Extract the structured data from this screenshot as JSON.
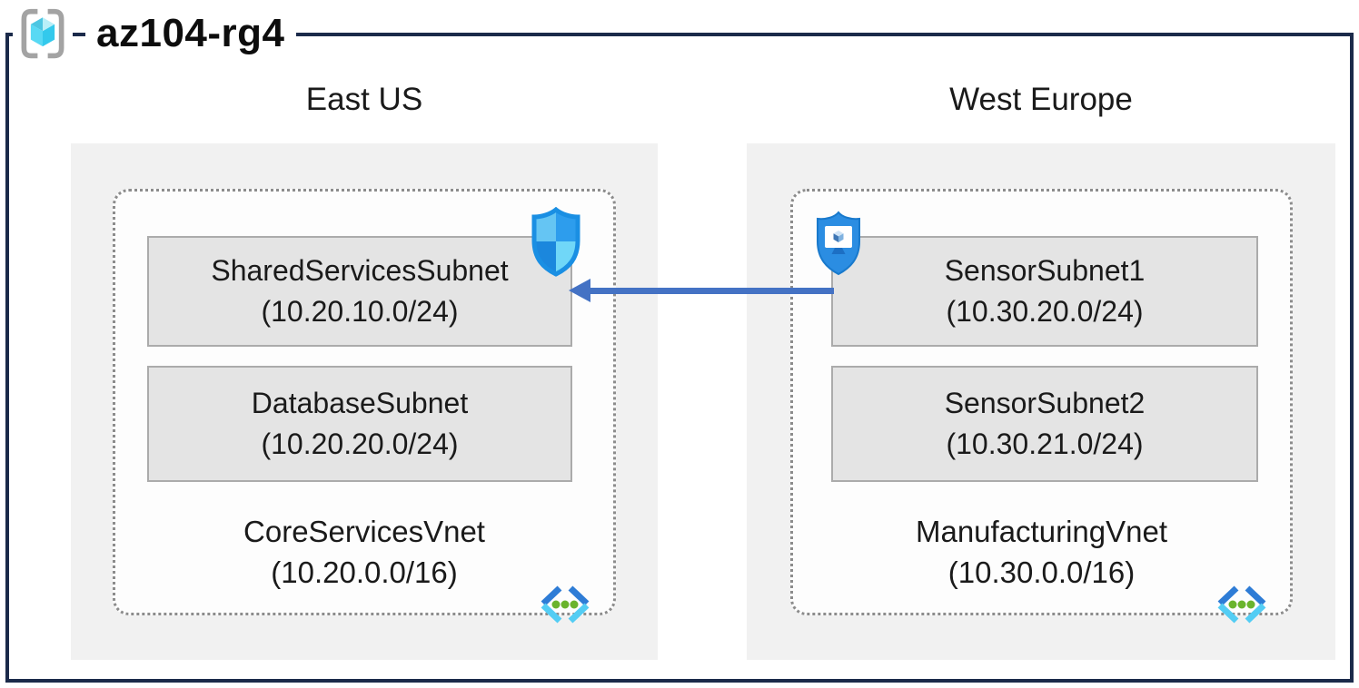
{
  "resource_group": {
    "title": "az104-rg4"
  },
  "regions": [
    {
      "name": "East US",
      "vnet": {
        "name": "CoreServicesVnet",
        "cidr": "(10.20.0.0/16)",
        "subnets": [
          {
            "name": "SharedServicesSubnet",
            "cidr": "(10.20.10.0/24)"
          },
          {
            "name": "DatabaseSubnet",
            "cidr": "(10.20.20.0/24)"
          }
        ]
      }
    },
    {
      "name": "West Europe",
      "vnet": {
        "name": "ManufacturingVnet",
        "cidr": "(10.30.0.0/16)",
        "subnets": [
          {
            "name": "SensorSubnet1",
            "cidr": "(10.30.20.0/24)"
          },
          {
            "name": "SensorSubnet2",
            "cidr": "(10.30.21.0/24)"
          }
        ]
      }
    }
  ],
  "connection": {
    "from": "SensorSubnet1",
    "to": "SharedServicesSubnet",
    "direction": "right-to-left",
    "color": "#4472c4"
  },
  "icons": {
    "resource_group": "resource-group-icon",
    "nsg_shield": "network-security-group-shield-icon",
    "bastion_shield": "bastion-shield-monitor-icon",
    "virtual_network": "virtual-network-icon"
  },
  "colors": {
    "outer_border": "#1b2a4a",
    "region_bg": "#f1f1f1",
    "vnet_bg": "#fdfdfd",
    "vnet_dotted_border": "#8c8c8c",
    "subnet_bg": "#e4e4e4",
    "subnet_border": "#ababab",
    "arrow": "#4472c4",
    "text": "#1a1a1a"
  }
}
